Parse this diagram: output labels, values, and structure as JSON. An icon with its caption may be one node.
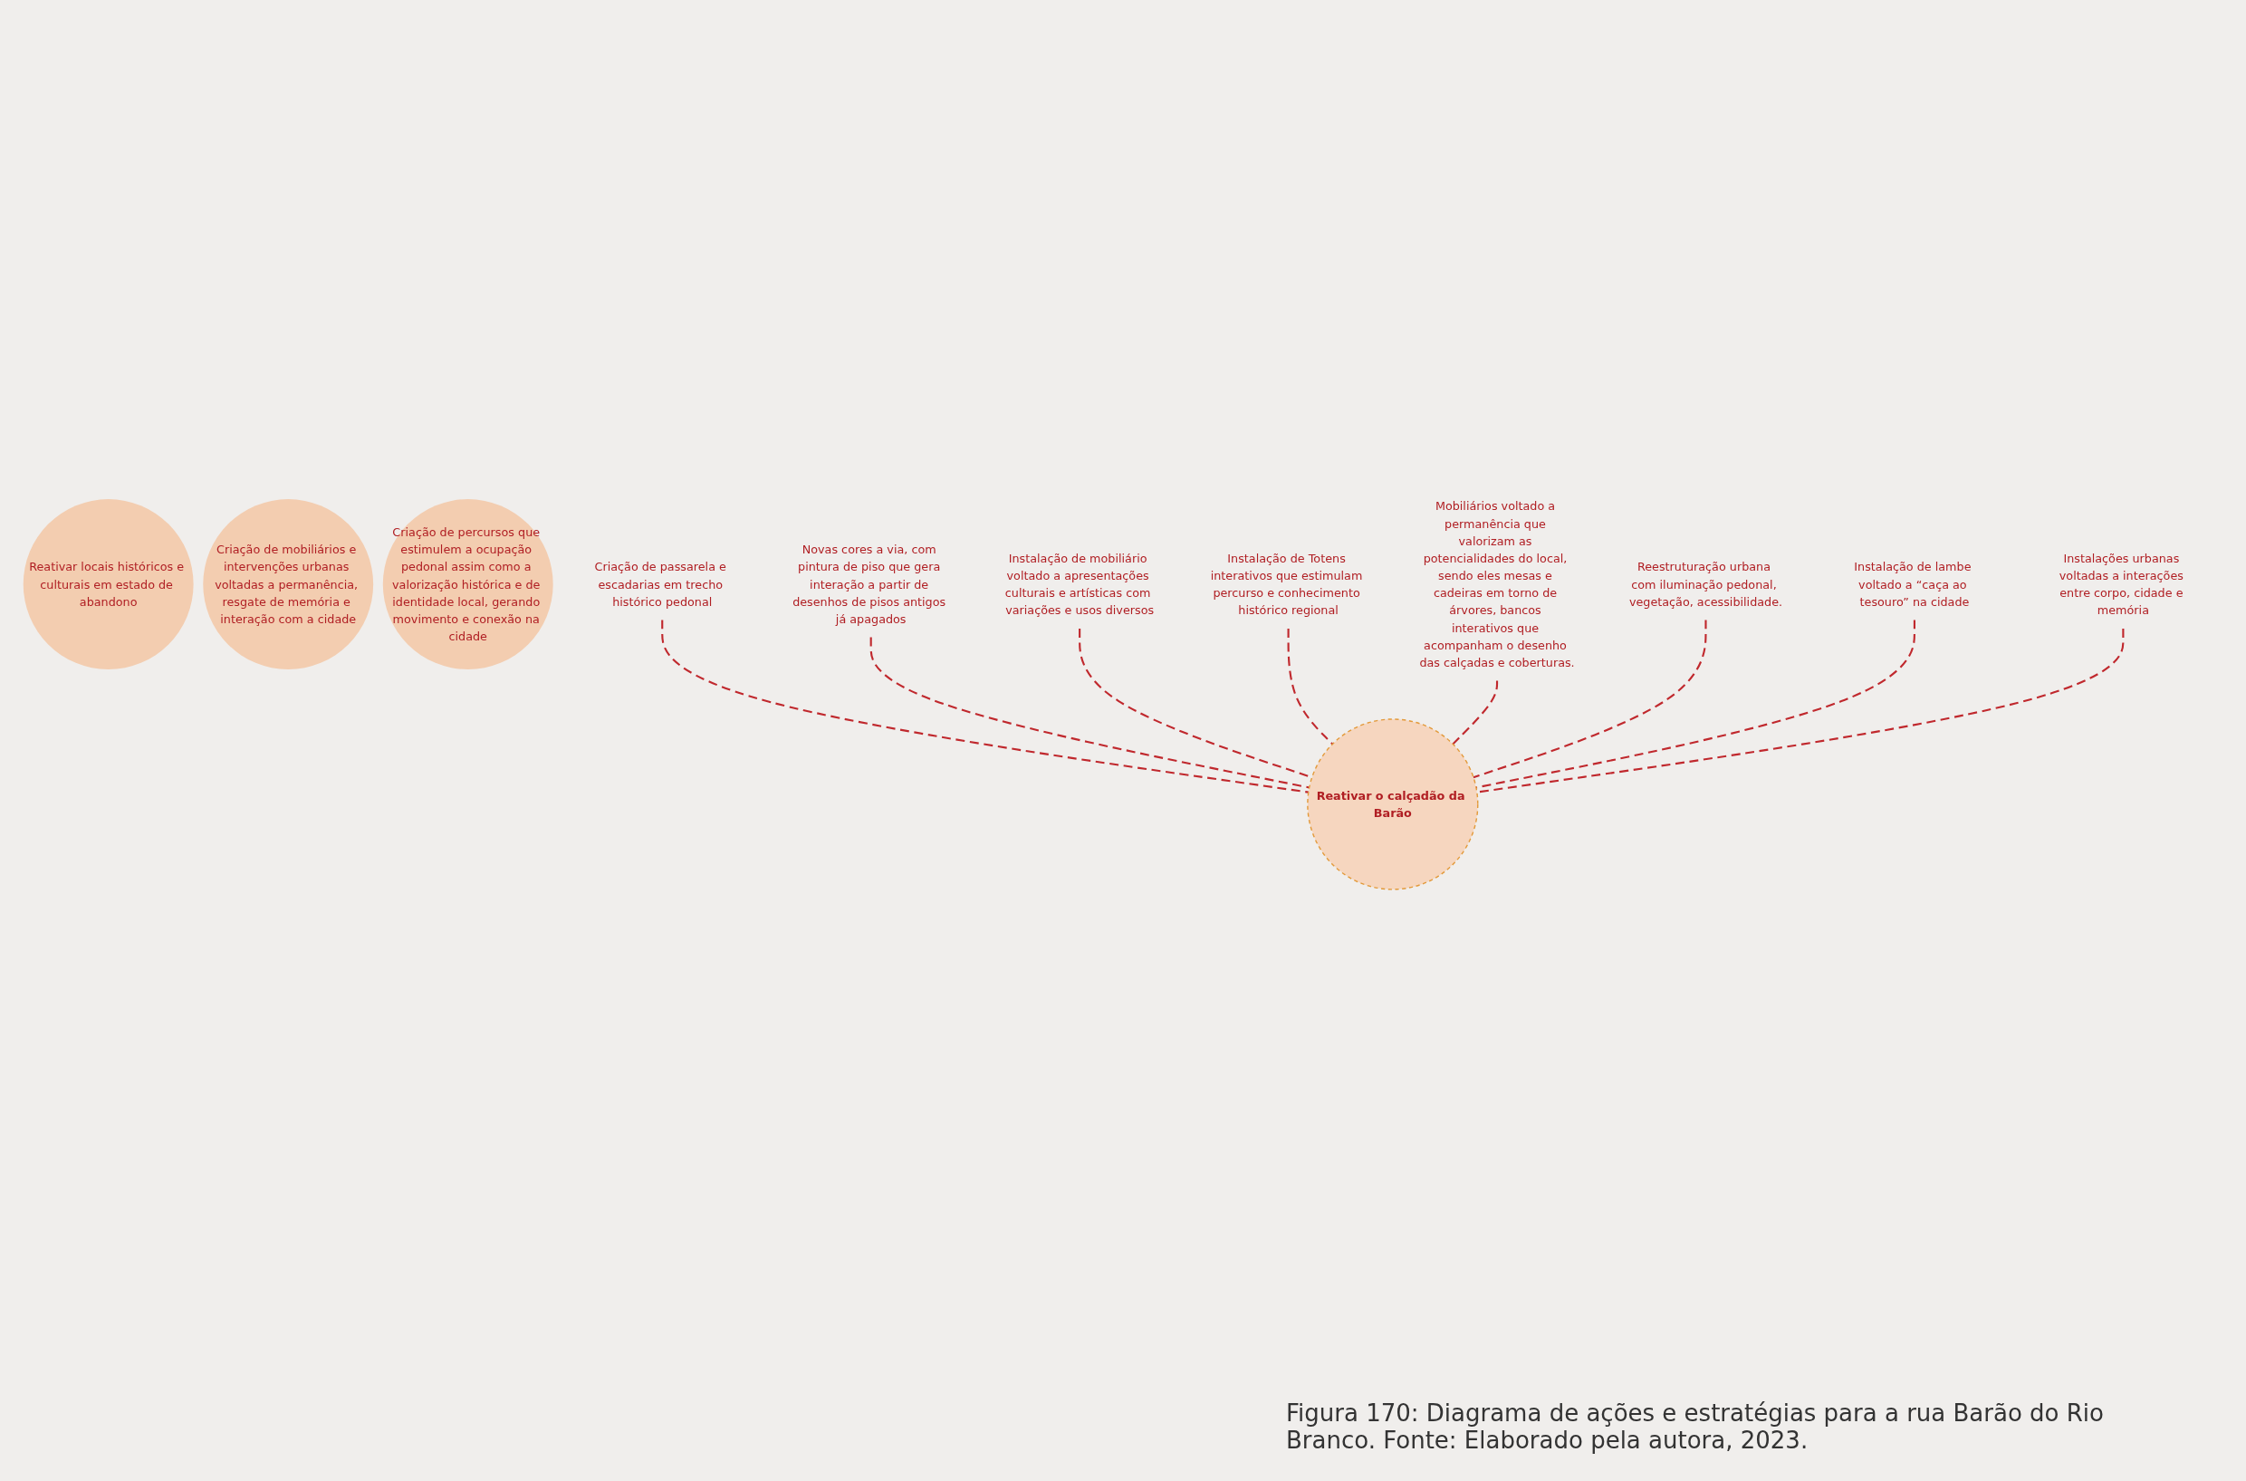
{
  "diagram": {
    "caption": "Figura 170: Diagrama de ações e estratégias para a rua Barão do Rio Branco. Fonte: Elaborado pela autora, 2023.",
    "nodes": [
      {
        "text": [
          "Reativar o calçadão da Barão"
        ]
      },
      {
        "text": [
          "Reativar locais históricos e culturais em estado de abandono"
        ]
      },
      {
        "text": [
          "Criação de mobiliários e intervenções urbanas voltadas a permanência, resgate de memória e interação com a cidade"
        ]
      },
      {
        "text": [
          "Criação de percursos que estimulem a ocupação pedonal assim como a valorização histórica e de identidade local, gerando movimento e conexão na cidade"
        ]
      },
      {
        "text": [
          "Criação de passarela e escadarias em trecho histórico pedonal"
        ]
      },
      {
        "text": [
          "Novas cores a via, com pintura de piso que gera interação a partir de desenhos de pisos antigos já apagados"
        ]
      },
      {
        "text": [
          "Instalação de mobiliário voltado a apresentações culturais e artísticas com variações e usos diversos"
        ]
      },
      {
        "text": [
          "Instalação de Totens interativos que estimulam percurso e conhecimento histórico regional"
        ]
      },
      {
        "text": [
          "Mobiliários voltado a permanência que valorizam as potencialidades do local, sendo eles mesas e cadeiras em torno de árvores, bancos interativos que acompanham o desenho das calçadas e coberturas."
        ]
      },
      {
        "text": [
          "Reestruturação urbana com iluminação pedonal, vegetação, acessibilidade."
        ]
      },
      {
        "text": [
          "Instalação de lambe voltado a “caça ao tesouro” na cidade"
        ]
      },
      {
        "text": [
          "Instalações urbanas voltadas a interações entre corpo, cidade e memória"
        ]
      }
    ],
    "edges": [
      {
        "from": 4,
        "to": 0,
        "arrow": "none",
        "style": "dashed"
      },
      {
        "from": 5,
        "to": 0,
        "arrow": "none",
        "style": "dashed"
      },
      {
        "from": 6,
        "to": 0,
        "arrow": "none",
        "style": "dashed"
      },
      {
        "from": 7,
        "to": 0,
        "arrow": "none",
        "style": "dashed"
      },
      {
        "from": 8,
        "to": 0,
        "arrow": "none",
        "style": "dashed"
      },
      {
        "from": 9,
        "to": 0,
        "arrow": "none",
        "style": "dashed"
      },
      {
        "from": 10,
        "to": 0,
        "arrow": "none",
        "style": "dashed"
      },
      {
        "from": 11,
        "to": 0,
        "arrow": "none",
        "style": "dashed"
      }
    ]
  }
}
